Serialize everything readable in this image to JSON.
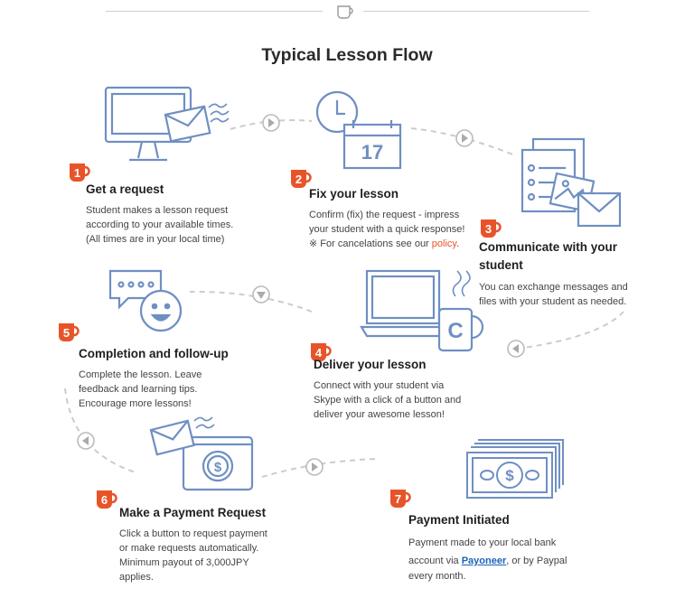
{
  "header": {
    "cup_icon": "coffee-cup-icon",
    "title": "Typical Lesson Flow"
  },
  "colors": {
    "accent": "#e8542a",
    "line": "#6f8fc2",
    "path": "#cccccc",
    "link": "#1a63b8"
  },
  "steps": [
    {
      "number": "1",
      "title": "Get a request",
      "desc": [
        "Student makes a lesson request",
        "according to your available times.",
        "(All times are in your local time)"
      ],
      "icon": "monitor-envelope-icon"
    },
    {
      "number": "2",
      "title": "Fix your lesson",
      "desc": [
        "Confirm (fix) the request - impress",
        "your student with a quick response!"
      ],
      "note_prefix": "※ For cancelations see our ",
      "note_link": "policy",
      "note_suffix": ".",
      "icon": "clock-calendar-icon",
      "calendar_day": "17"
    },
    {
      "number": "3",
      "title_lines": [
        "Communicate with your",
        "student"
      ],
      "desc": [
        "You can exchange messages and",
        "files with your student as needed."
      ],
      "icon": "documents-envelope-icon"
    },
    {
      "number": "4",
      "title": "Deliver your lesson",
      "desc": [
        "Connect with your student via",
        "Skype with a click of a button and",
        "deliver your awesome lesson!"
      ],
      "icon": "laptop-mug-icon",
      "mug_letter": "C"
    },
    {
      "number": "5",
      "title": "Completion and follow-up",
      "desc": [
        "Complete the lesson. Leave",
        "feedback and learning tips.",
        "Encourage more lessons!"
      ],
      "icon": "chat-smiley-icon"
    },
    {
      "number": "6",
      "title": "Make a Payment Request",
      "desc": [
        "Click a button to request payment",
        "or make requests automatically.",
        "Minimum payout of 3,000JPY",
        "applies."
      ],
      "icon": "envelope-dollar-icon"
    },
    {
      "number": "7",
      "title": "Payment Initiated",
      "desc_line1": "Payment made to your local bank",
      "desc_prefix": "account via ",
      "desc_link": "Payoneer",
      "desc_suffix": ", or by Paypal",
      "desc_line3": "every month.",
      "icon": "banknote-stack-icon"
    }
  ]
}
